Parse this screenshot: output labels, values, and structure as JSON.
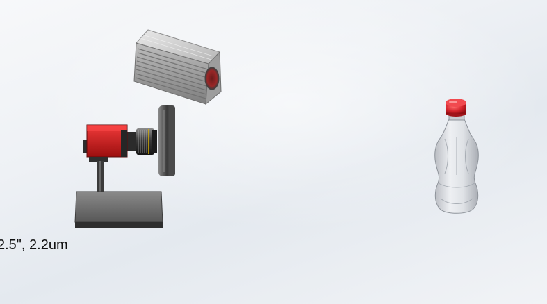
{
  "scene": {
    "label_text": "2.5\", 2.2um",
    "colors": {
      "camera_red": "#d81e1e",
      "bottle_cap_red": "#d3232b",
      "housing_gray": "#9a9a9a",
      "stand_gray": "#6b6b6b"
    },
    "objects": [
      "light-housing",
      "camera",
      "lens",
      "ring-light",
      "camera-stand",
      "bottle"
    ]
  }
}
